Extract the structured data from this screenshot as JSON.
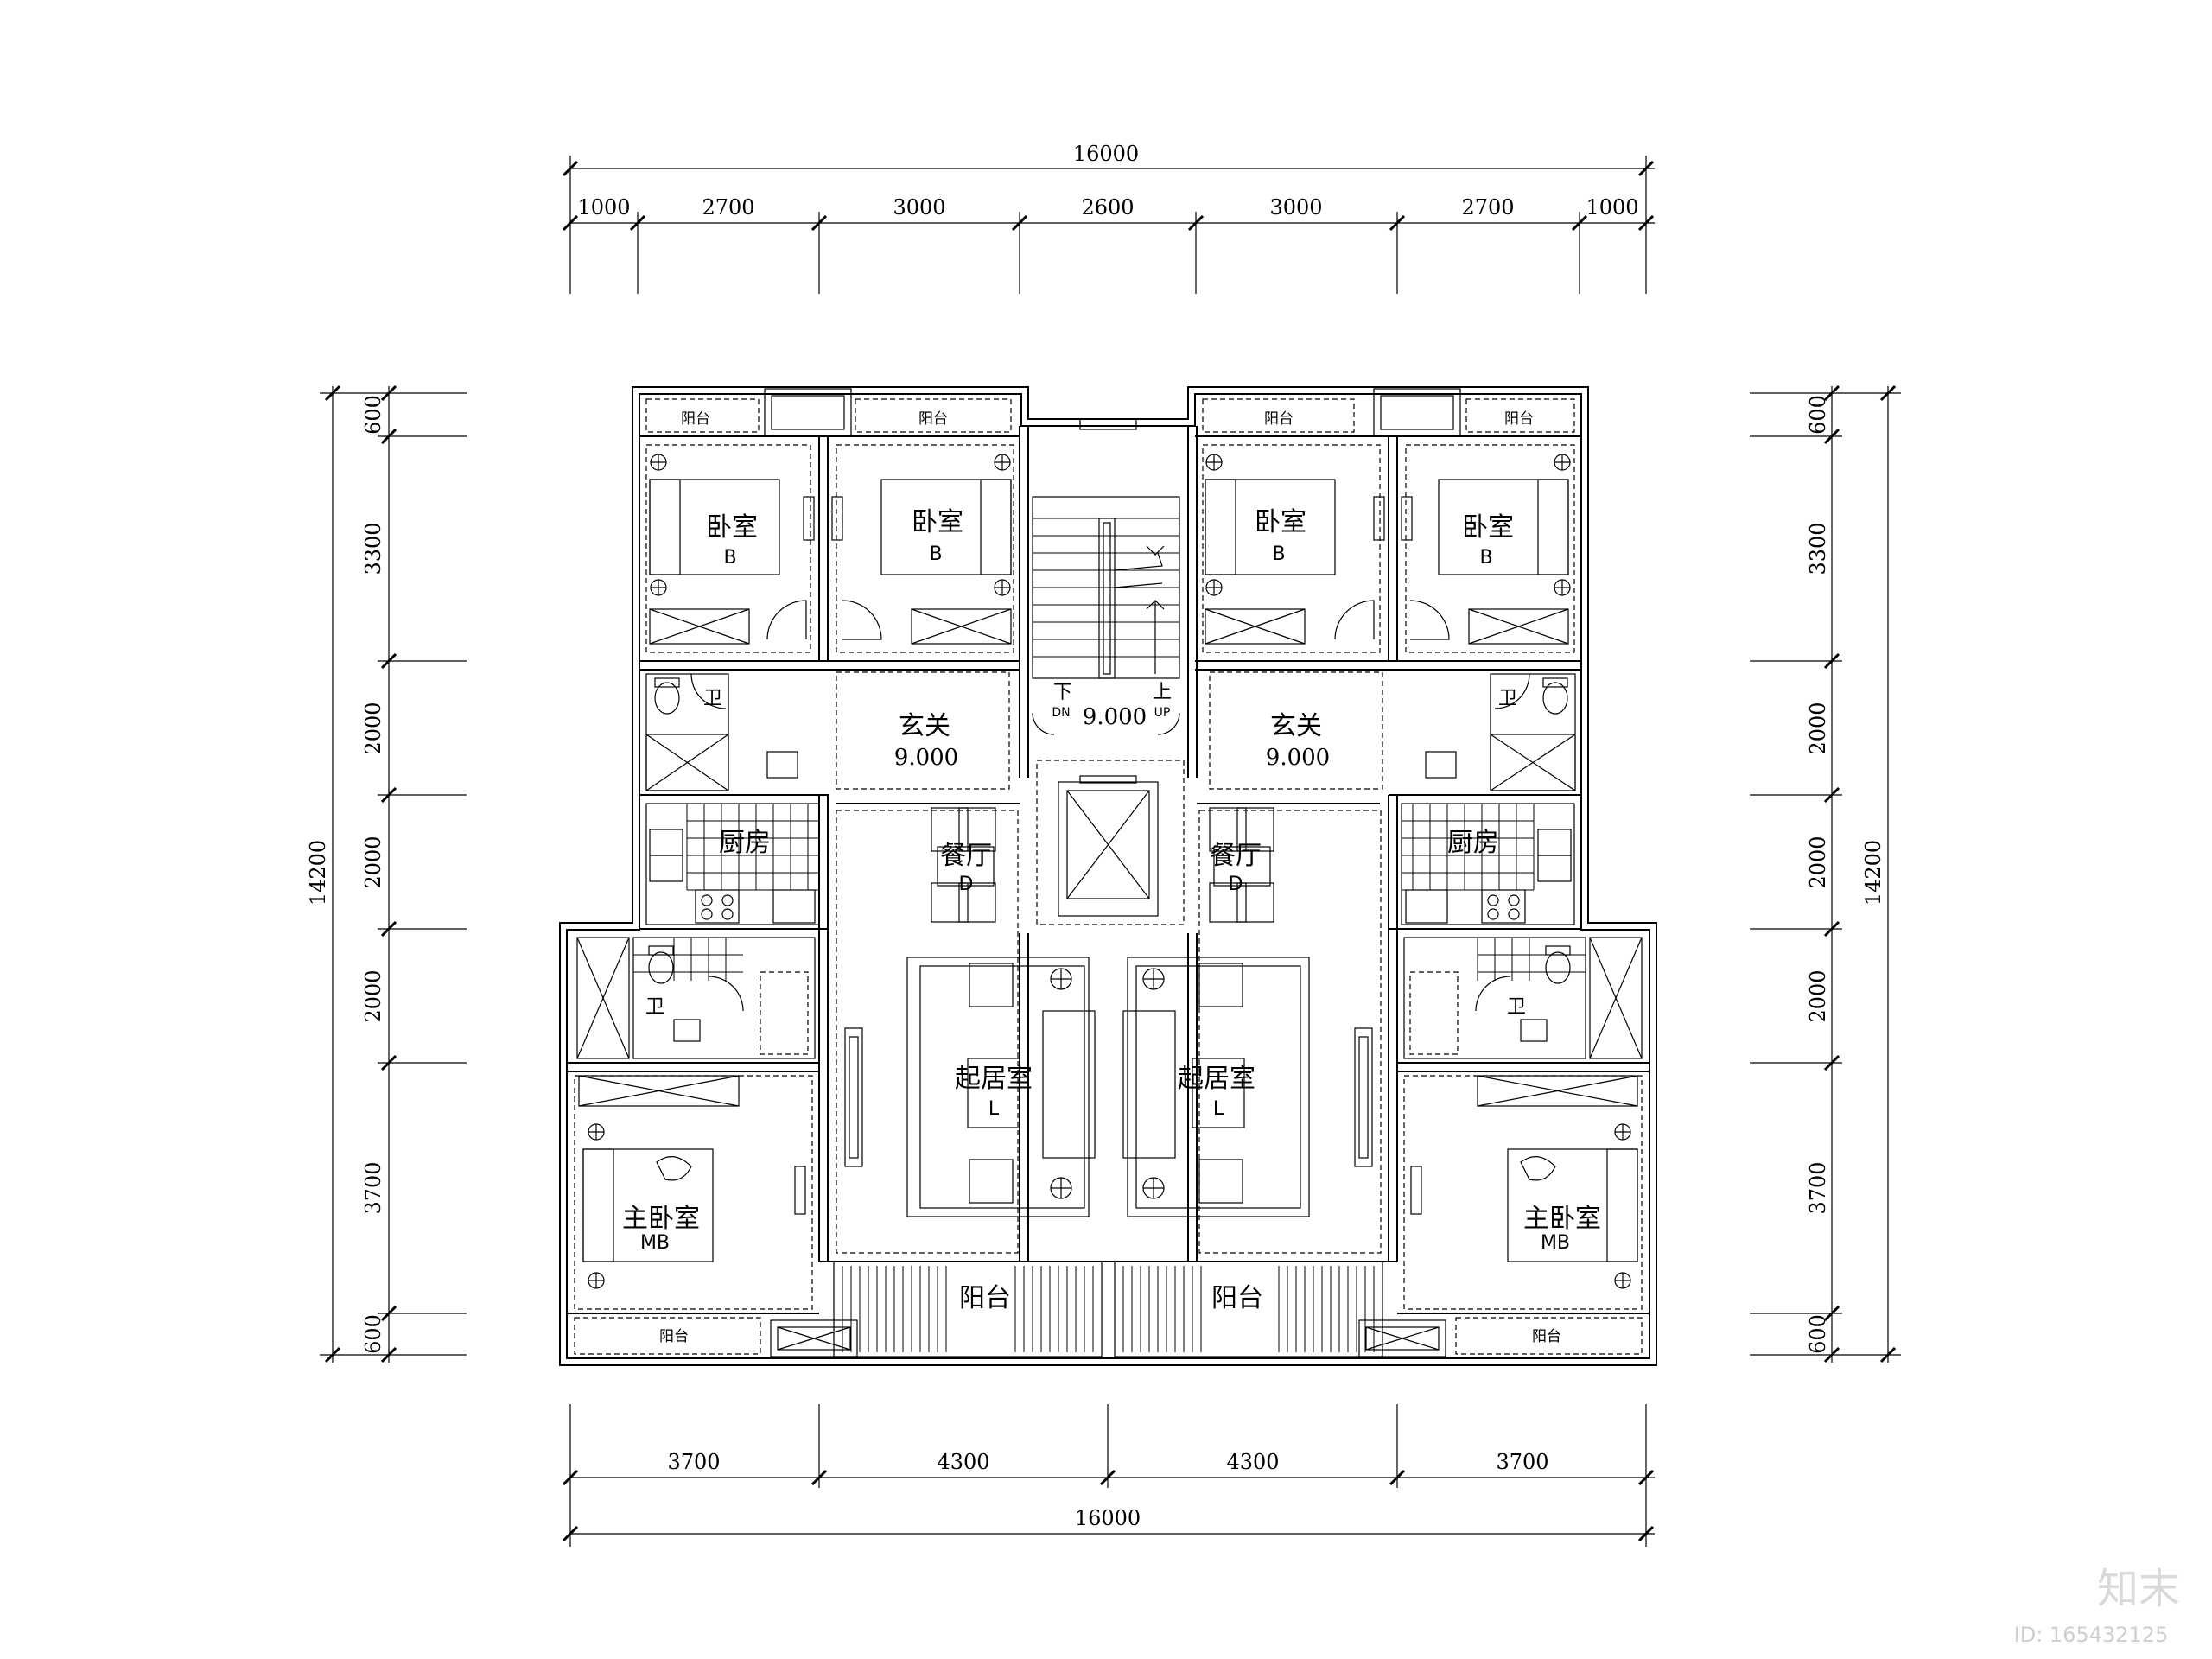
{
  "dimensions": {
    "top_total": "16000",
    "top_segments": [
      "1000",
      "2700",
      "3000",
      "2600",
      "3000",
      "2700",
      "1000"
    ],
    "bottom_segments": [
      "3700",
      "4300",
      "4300",
      "3700"
    ],
    "bottom_total": "16000",
    "left_total": "14200",
    "left_segments": [
      "600",
      "3300",
      "2000",
      "2000",
      "2000",
      "3700",
      "600"
    ],
    "right_total": "14200",
    "right_segments": [
      "600",
      "3300",
      "2000",
      "2000",
      "2000",
      "3700",
      "600"
    ]
  },
  "rooms": {
    "bedroom": "卧室",
    "bedroom_code": "B",
    "balcony_small": "阳台",
    "foyer": "玄关",
    "foyer_elev": "9.000",
    "stair_elev": "9.000",
    "stair_down": "下",
    "stair_down_code": "DN",
    "stair_up": "上",
    "stair_up_code": "UP",
    "bath": "卫",
    "kitchen": "厨房",
    "dining": "餐厅",
    "dining_code": "D",
    "living": "起居室",
    "living_code": "L",
    "master": "主卧室",
    "master_code": "MB",
    "balcony": "阳台"
  },
  "watermark": {
    "logo": "知末",
    "id": "ID: 165432125"
  }
}
